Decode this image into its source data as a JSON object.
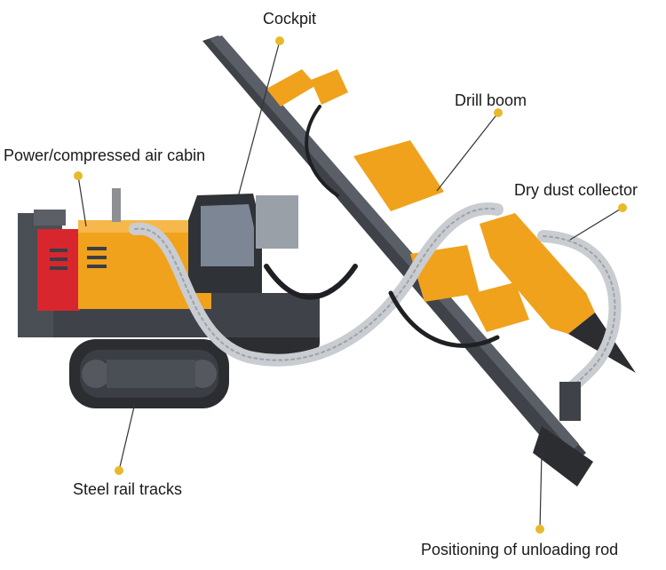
{
  "labels": {
    "cockpit": "Cockpit",
    "drill_boom": "Drill boom",
    "power_cabin": "Power/compressed air cabin",
    "dust_collector": "Dry dust collector",
    "tracks": "Steel rail tracks",
    "unloading_rod": "Positioning of unloading rod"
  },
  "colors": {
    "body_orange": "#f0a21c",
    "body_red": "#d8262e",
    "steel_grey": "#4a4e55",
    "dark_metal": "#2b2d31",
    "hose_silver": "#c9ccd1",
    "dot_yellow": "#e8b92a",
    "leader_line": "#333333"
  }
}
